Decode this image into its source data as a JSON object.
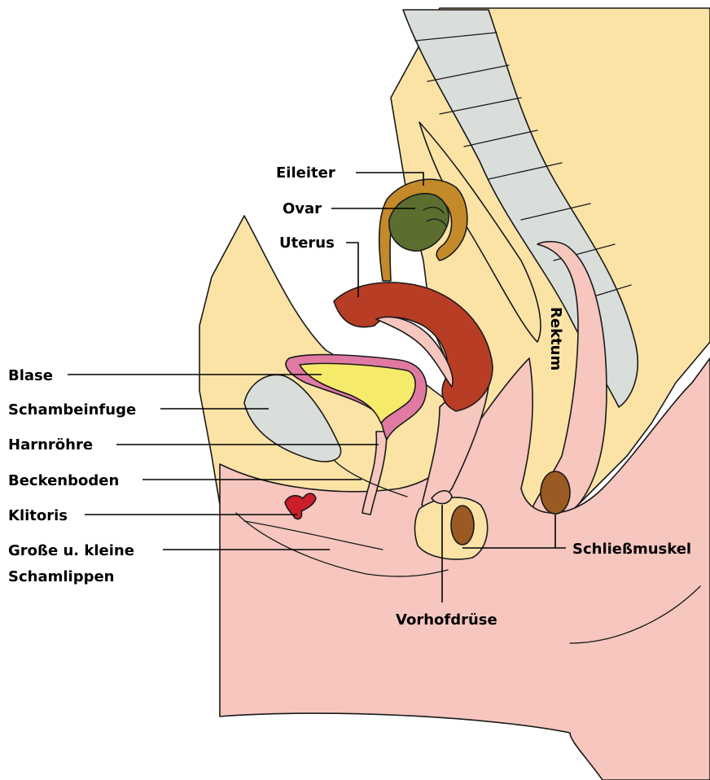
{
  "labels": {
    "eileiter": "Eileiter",
    "ovar": "Ovar",
    "uterus": "Uterus",
    "blase": "Blase",
    "schambeinfuge": "Schambeinfuge",
    "harnroehre": "Harnröhre",
    "beckenboden": "Beckenboden",
    "klitoris": "Klitoris",
    "schamlippen_line1": "Große u. kleine",
    "schamlippen_line2": "Schamlippen",
    "rektum": "Rektum",
    "schliessmuskel": "Schließmuskel",
    "vorhofdruese": "Vorhofdrüse"
  },
  "colors": {
    "tissue_yellow": "#fbe3a6",
    "skin_pink": "#f6c6bf",
    "spine_gray": "#d9dedb",
    "uterus_red": "#b83d25",
    "bladder_pink": "#e07aa3",
    "urine_yellow": "#f6ea6a",
    "ovary_green": "#5c6e2f",
    "tube_ochre": "#c48a2a",
    "clitoris_red": "#cc1f2b",
    "sphincter_brown": "#9a5a22"
  }
}
